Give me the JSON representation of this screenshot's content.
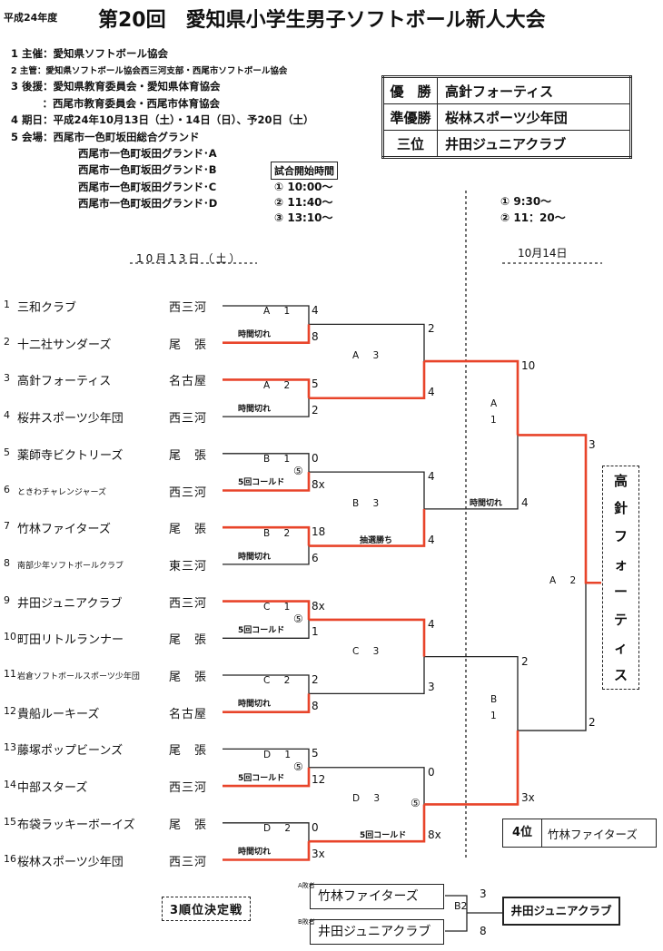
{
  "header": {
    "year": "平成24年度",
    "title": "第20回　愛知県小学生男子ソフトボール新人大会"
  },
  "info": {
    "l1": "1 主催：愛知県ソフトボール協会",
    "l2": "2 主管：愛知県ソフトボール協会西三河支部・西尾市ソフトボール協会",
    "l3": "3 後援：愛知県教育委員会・愛知県体育協会",
    "l4": "　　　：西尾市教育委員会・西尾市体育協会",
    "l5": "4 期日：平成24年10月13日（土）・14日（日）、予20日（土）",
    "l6": "5 会場：西尾市一色町坂田総合グランド",
    "v1": "西尾市一色町坂田グランド･A",
    "v2": "西尾市一色町坂田グランド･B",
    "v3": "西尾市一色町坂田グランド･C",
    "v4": "西尾市一色町坂田グランド･D"
  },
  "results": [
    {
      "label": "優　勝",
      "team": "高針フォーティス"
    },
    {
      "label": "準優勝",
      "team": "桜林スポーツ少年団"
    },
    {
      "label": "三位",
      "team": "井田ジュニアクラブ"
    }
  ],
  "start_times": {
    "label": "試合開始時間",
    "d1": [
      "① 10:00〜",
      "② 11:40〜",
      "③ 13:10〜"
    ],
    "d2": [
      "① 9:30〜",
      "② 11：20〜"
    ]
  },
  "days": {
    "d1": "10月13日（土）",
    "d2": "10月14日"
  },
  "teams": [
    {
      "no": "1",
      "name": "三和クラブ",
      "area": "西三河"
    },
    {
      "no": "2",
      "name": "十二社サンダーズ",
      "area": "尾　張"
    },
    {
      "no": "3",
      "name": "高針フォーティス",
      "area": "名古屋"
    },
    {
      "no": "4",
      "name": "桜井スポーツ少年団",
      "area": "西三河"
    },
    {
      "no": "5",
      "name": "薬師寺ビクトリーズ",
      "area": "尾　張"
    },
    {
      "no": "6",
      "name": "ときわチャレンジャーズ",
      "area": "西三河"
    },
    {
      "no": "7",
      "name": "竹林ファイターズ",
      "area": "尾　張"
    },
    {
      "no": "8",
      "name": "南部少年ソフトボールクラブ",
      "area": "東三河"
    },
    {
      "no": "9",
      "name": "井田ジュニアクラブ",
      "area": "西三河"
    },
    {
      "no": "10",
      "name": "町田リトルランナー",
      "area": "尾　張"
    },
    {
      "no": "11",
      "name": "岩倉ソフトボールスポーツ少年団",
      "area": "尾　張"
    },
    {
      "no": "12",
      "name": "貴船ルーキーズ",
      "area": "名古屋"
    },
    {
      "no": "13",
      "name": "藤塚ポップビーンズ",
      "area": "尾　張"
    },
    {
      "no": "14",
      "name": "中部スターズ",
      "area": "西三河"
    },
    {
      "no": "15",
      "name": "布袋ラッキーボーイズ",
      "area": "尾　張"
    },
    {
      "no": "16",
      "name": "桜林スポーツ少年団",
      "area": "西三河"
    }
  ],
  "r1": [
    {
      "label": "A 1",
      "s1": "4",
      "s2": "8",
      "note": "時間切れ"
    },
    {
      "label": "A 2",
      "s1": "5",
      "s2": "2",
      "note": "時間切れ"
    },
    {
      "label": "B 1",
      "s1": "0",
      "s2": "8x",
      "note": "5回コールド",
      "mark": "⑤"
    },
    {
      "label": "B 2",
      "s1": "18",
      "s2": "6",
      "note": "時間切れ"
    },
    {
      "label": "C 1",
      "s1": "8x",
      "s2": "1",
      "note": "5回コールド",
      "mark": "⑤"
    },
    {
      "label": "C 2",
      "s1": "2",
      "s2": "8",
      "note": "時間切れ"
    },
    {
      "label": "D 1",
      "s1": "5",
      "s2": "12",
      "note": "5回コールド",
      "mark": "⑤"
    },
    {
      "label": "D 2",
      "s1": "0",
      "s2": "3x",
      "note": "時間切れ"
    }
  ],
  "r2": [
    {
      "label": "A 3",
      "s1": "2",
      "s2": "4"
    },
    {
      "label": "B 3",
      "s1": "4",
      "s2": "4",
      "note": "抽選勝ち"
    },
    {
      "label": "C 3",
      "s1": "4",
      "s2": "3"
    },
    {
      "label": "D 3",
      "s1": "0",
      "s2": "8x",
      "note": "5回コールド",
      "mark": "⑤"
    }
  ],
  "r3": [
    {
      "label1": "A",
      "label2": "1",
      "s1": "10",
      "s2": "4",
      "note": "時間切れ"
    },
    {
      "label1": "B",
      "label2": "1",
      "s1": "2",
      "s2": "3x"
    }
  ],
  "final": {
    "label": "A 2",
    "s1": "3",
    "s2": "2"
  },
  "champion": [
    "高",
    "針",
    "フ",
    "ォ",
    "ー",
    "テ",
    "ィ",
    "ス"
  ],
  "fourth": {
    "label": "4位",
    "team": "竹林ファイターズ"
  },
  "third_place": {
    "label": "3順位決定戦",
    "a_tag": "A敗者",
    "b_tag": "B敗者",
    "team_a": "竹林ファイターズ",
    "team_b": "井田ジュニアクラブ",
    "match": "B2",
    "s1": "3",
    "s2": "8",
    "winner": "井田ジュニアクラブ"
  },
  "colors": {
    "win_line": "#e8442a",
    "line": "#222222"
  }
}
